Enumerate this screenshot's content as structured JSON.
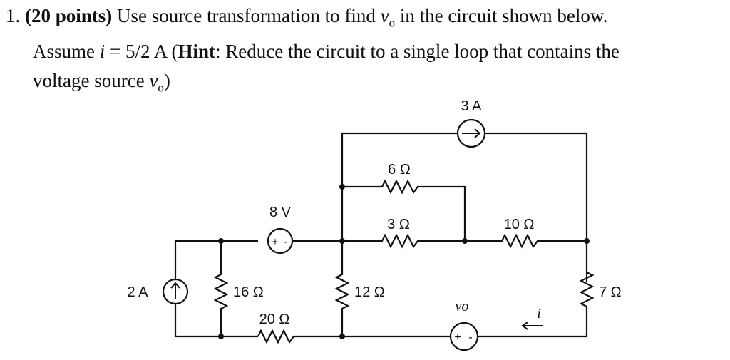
{
  "problem": {
    "number": "1.",
    "points": "(20 points)",
    "line1_text": " Use source transformation to find ",
    "var_v": "v",
    "var_sub": "o",
    "line1_end": " in the circuit shown below.",
    "line2_prefix": "Assume ",
    "var_i": "i",
    "line2_eq": " = 5/2 A (",
    "hint_label": "Hint",
    "line2_rest": ": Reduce the circuit to a single loop that contains the",
    "line3_prefix": "voltage source ",
    "line3_end": ")"
  },
  "circuit": {
    "source_3A": "3 A",
    "r_6": "6 Ω",
    "r_3": "3 Ω",
    "r_10": "10 Ω",
    "source_8V": "8 V",
    "source_2A": "2 A",
    "r_16": "16 Ω",
    "r_12": "12 Ω",
    "r_7": "7 Ω",
    "r_20": "20 Ω",
    "vo_label": "vo",
    "i_label": "i",
    "plus": "+",
    "minus": "-"
  },
  "colors": {
    "wire": "#111111",
    "background": "#ffffff"
  }
}
